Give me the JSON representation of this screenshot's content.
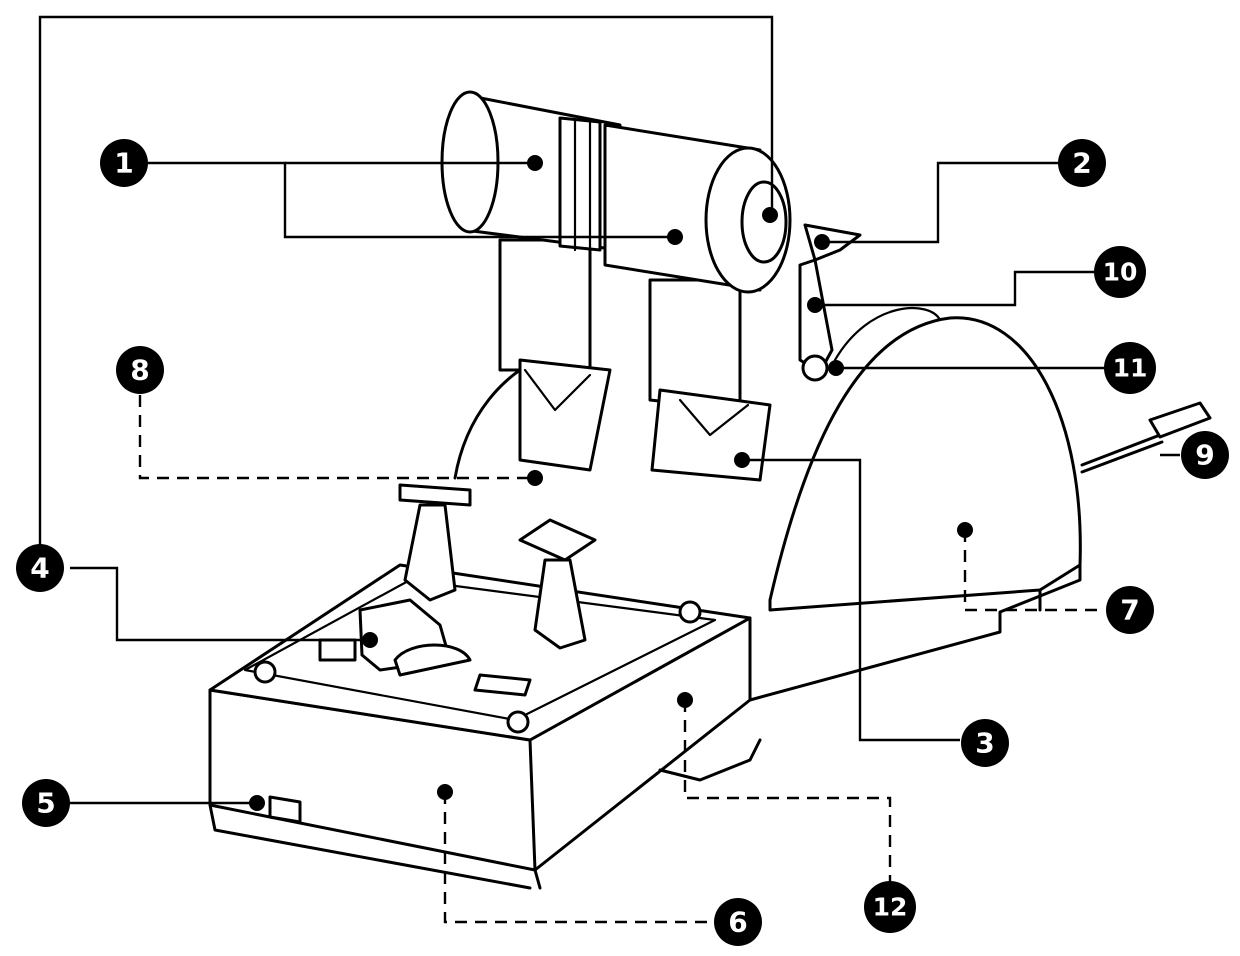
{
  "callouts": [
    {
      "id": "1",
      "label": "1"
    },
    {
      "id": "2",
      "label": "2"
    },
    {
      "id": "3",
      "label": "3"
    },
    {
      "id": "4",
      "label": "4"
    },
    {
      "id": "5",
      "label": "5"
    },
    {
      "id": "6",
      "label": "6"
    },
    {
      "id": "7",
      "label": "7"
    },
    {
      "id": "8",
      "label": "8"
    },
    {
      "id": "9",
      "label": "9"
    },
    {
      "id": "10",
      "label": "10"
    },
    {
      "id": "11",
      "label": "11"
    },
    {
      "id": "12",
      "label": "12"
    }
  ],
  "colors": {
    "ink": "#000000",
    "background": "#ffffff",
    "badge_text": "#ffffff"
  }
}
